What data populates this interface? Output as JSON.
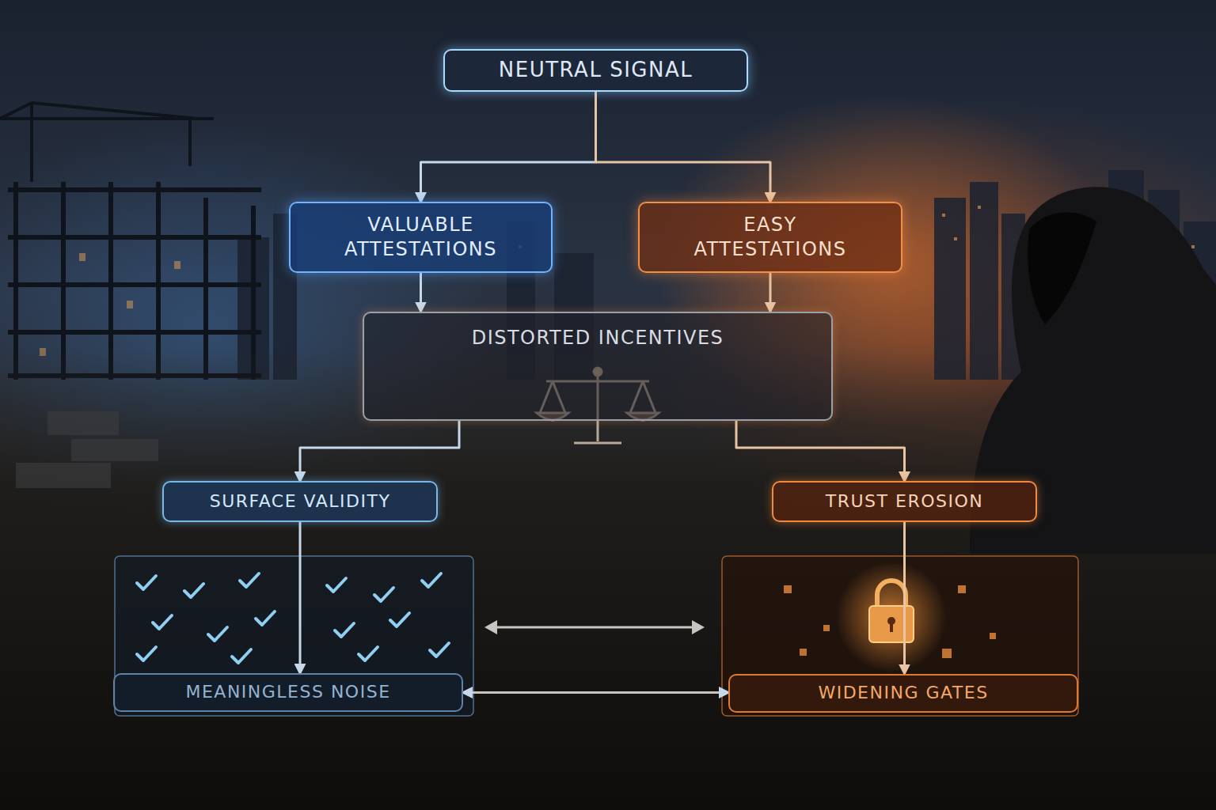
{
  "diagram": {
    "nodes": [
      {
        "text": [
          "NEUTRAL SIGNAL"
        ]
      },
      {
        "text": [
          "VALUABLE ATTESTATIONS"
        ]
      },
      {
        "text": [
          "EASY ATTESTATIONS"
        ]
      },
      {
        "text": [
          "DISTORTED INCENTIVES"
        ]
      },
      {
        "text": [
          "SURFACE VALIDITY"
        ]
      },
      {
        "text": [
          "TRUST EROSION"
        ]
      },
      {
        "text": [
          "MEANINGLESS NOISE"
        ]
      },
      {
        "text": [
          "WIDENING GATES"
        ]
      }
    ],
    "edges": [
      {
        "from": 0,
        "to": 1,
        "arrow": "to"
      },
      {
        "from": 0,
        "to": 2,
        "arrow": "to"
      },
      {
        "from": 1,
        "to": 3,
        "arrow": "to"
      },
      {
        "from": 2,
        "to": 3,
        "arrow": "to"
      },
      {
        "from": 3,
        "to": 4,
        "arrow": "to"
      },
      {
        "from": 3,
        "to": 5,
        "arrow": "to"
      },
      {
        "from": 4,
        "to": 6,
        "arrow": "to"
      },
      {
        "from": 5,
        "to": 7,
        "arrow": "to"
      },
      {
        "from": 6,
        "to": 7,
        "arrow": "both"
      }
    ]
  }
}
